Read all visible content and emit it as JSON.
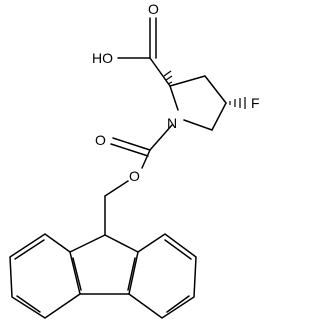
{
  "structure": {
    "atom_labels": {
      "hydroxyl": "HO",
      "acid_carbonyl_oxygen": "O",
      "ring_nitrogen": "N",
      "fluorine": "F",
      "carbamate_carbonyl_oxygen": "O",
      "ester_oxygen": "O"
    }
  }
}
